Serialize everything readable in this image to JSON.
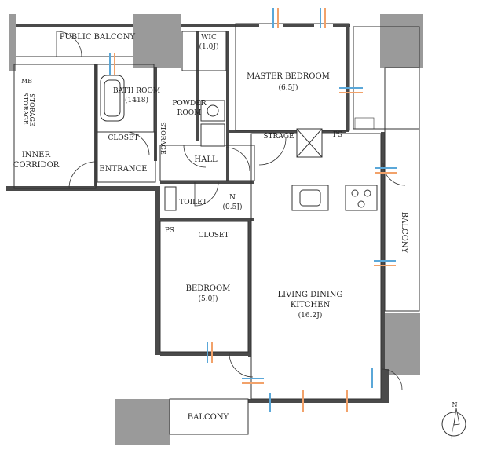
{
  "rooms": {
    "public_balcony": "PUBLIC BALCONY",
    "wic": "WIC",
    "wic_size": "(1.0J)",
    "master_bedroom": "MASTER BEDROOM",
    "master_bedroom_size": "(6.5J)",
    "mb": "MB",
    "storage_left": "STORAGE",
    "storage_right": "STORAGE",
    "bath_room": "BATH ROOM",
    "bath_size": "(1418)",
    "powder_room_line1": "POWDER",
    "powder_room_line2": "ROOM",
    "closet_entrance": "CLOSET",
    "storage_small": "STORAGE",
    "inner_corridor_line1": "INNER",
    "inner_corridor_line2": "CORRIDOR",
    "entrance": "ENTRANCE",
    "hall": "HALL",
    "storage_hall": "STRAGE",
    "ps_top": "PS",
    "balcony_right": "BALCONY",
    "toilet": "TOILET",
    "n_label": "N",
    "n_size": "(0.5J)",
    "ps_left": "PS",
    "closet_bedroom": "CLOSET",
    "bedroom": "BEDROOM",
    "bedroom_size": "(5.0J)",
    "ldk_line1": "LIVING DINING",
    "ldk_line2": "KITCHEN",
    "ldk_size": "(16.2J)",
    "balcony_bottom": "BALCONY"
  },
  "compass": {
    "north": "N"
  },
  "colors": {
    "wall": "#4a4a4a",
    "exterior_wall": "#9a9a9a",
    "window_arrow_blue": "#5aa7d8",
    "window_arrow_orange": "#f2a26a"
  }
}
